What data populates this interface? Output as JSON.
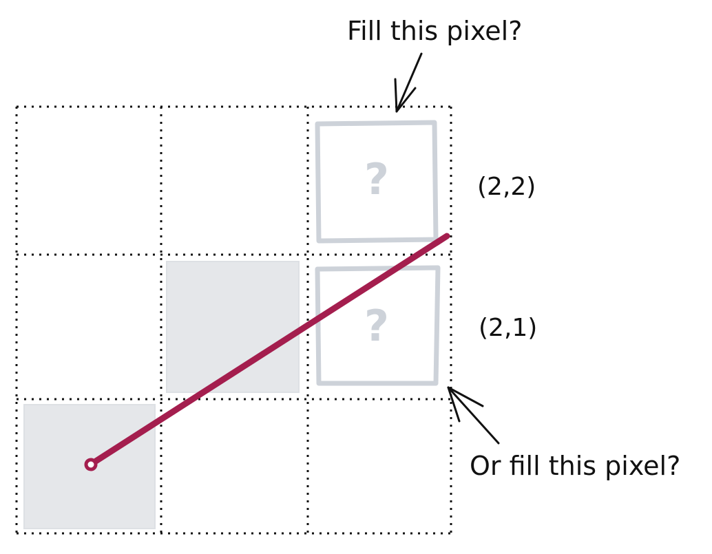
{
  "annotations": {
    "top_question": "Fill this pixel?",
    "bottom_question": "Or fill this pixel?"
  },
  "labels": {
    "upper_candidate": "(2,2)",
    "lower_candidate": "(2,1)"
  },
  "candidate_mark": "?",
  "grid": {
    "columns": 3,
    "rows": 3
  },
  "filled_pixels": [
    {
      "col": 0,
      "row": 0
    },
    {
      "col": 1,
      "row": 1
    }
  ],
  "candidate_pixels": [
    {
      "col": 2,
      "row": 2,
      "mark": "?"
    },
    {
      "col": 2,
      "row": 1,
      "mark": "?"
    }
  ],
  "colors": {
    "line": "#a41e4e",
    "filled_pixel": "#e5e7ea",
    "candidate_outline": "#cdd2d9",
    "question_mark": "#cdd2d9",
    "grid": "#111111",
    "text": "#111111"
  }
}
